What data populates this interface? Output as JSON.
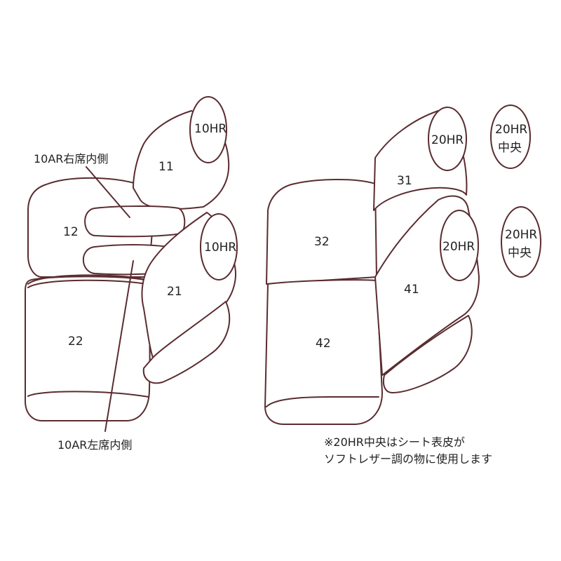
{
  "labels": {
    "p11": "11",
    "p12": "12",
    "p21": "21",
    "p22": "22",
    "p31": "31",
    "p32": "32",
    "p41": "41",
    "p42": "42",
    "hr_left_upper": "10HR",
    "hr_left_lower": "10HR",
    "hr_right_upper": "20HR",
    "hr_right_lower": "20HR",
    "hr_center_upper_line1": "20HR",
    "hr_center_upper_line2": "中央",
    "hr_center_lower_line1": "20HR",
    "hr_center_lower_line2": "中央"
  },
  "annotations": {
    "right_seat_inner": "10AR右席内側",
    "left_seat_inner": "10AR左席内側"
  },
  "note": {
    "line1": "※20HR中央はシート表皮が",
    "line2": "ソフトレザー調の物に使用します"
  },
  "colors": {
    "outline": "#5a2c30",
    "text": "#222222",
    "background": "#ffffff"
  }
}
